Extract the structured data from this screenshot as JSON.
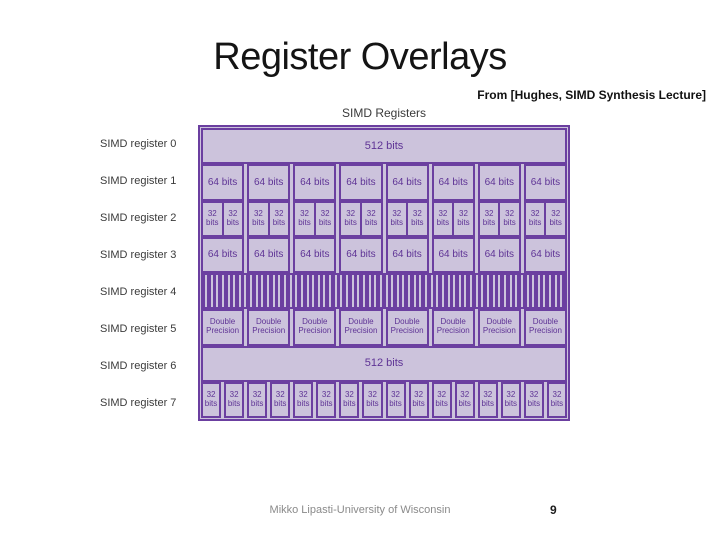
{
  "slide": {
    "title": "Register Overlays",
    "attribution": "From [Hughes, SIMD Synthesis Lecture]",
    "footer": "Mikko Lipasti-University of Wisconsin",
    "page_number": "9"
  },
  "diagram": {
    "caption": "SIMD Registers",
    "total_bits": "512 bits",
    "registers": [
      {
        "label": "SIMD register 0",
        "cells": 1,
        "cell_text": "512 bits"
      },
      {
        "label": "SIMD register 1",
        "cells": 8,
        "cell_text": "64 bits"
      },
      {
        "label": "SIMD register 2",
        "cells": 16,
        "cell_text": "32 bits",
        "paired": true
      },
      {
        "label": "SIMD register 3",
        "cells": 8,
        "cell_text": "64 bits"
      },
      {
        "label": "SIMD register 4",
        "stripes": 64
      },
      {
        "label": "SIMD register 5",
        "cells": 8,
        "cell_text": "Double Precision"
      },
      {
        "label": "SIMD register 6",
        "cells": 1,
        "cell_text": "512 bits"
      },
      {
        "label": "SIMD register 7",
        "cells": 16,
        "cell_text": "32 bits"
      }
    ]
  },
  "colors": {
    "line_purple": "#6B3FA0",
    "fill_lavender": "#CCC3DC",
    "cell_text_purple": "#5E3395",
    "title_black": "#141414",
    "footer_gray": "#8a8a8a"
  }
}
